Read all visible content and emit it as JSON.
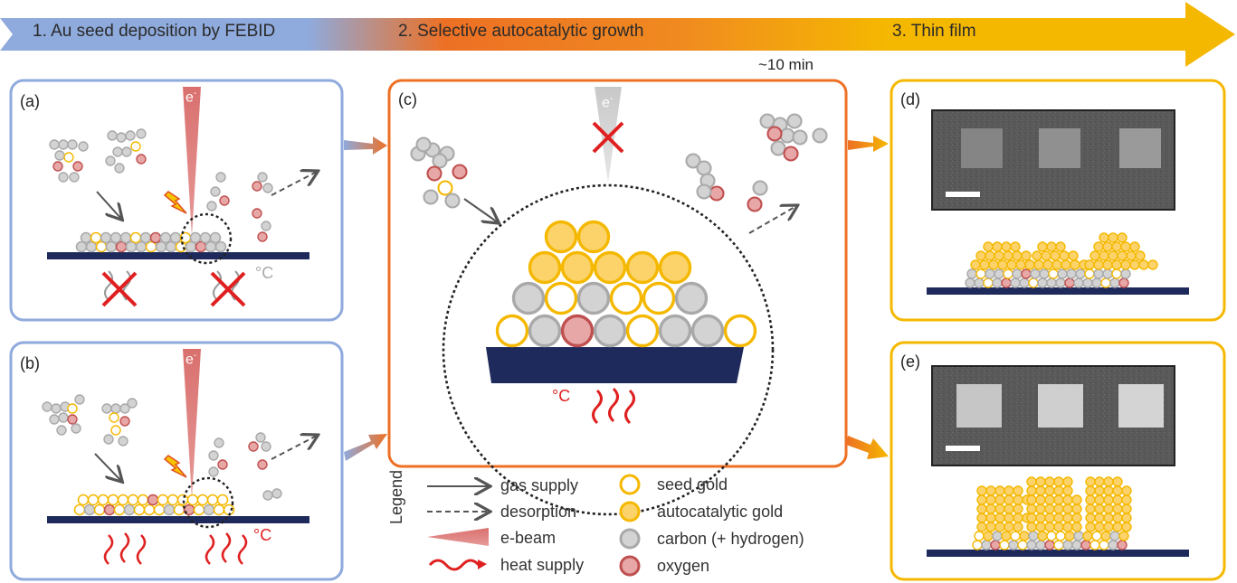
{
  "banner": {
    "step1": "1. Au seed deposition by FEBID",
    "step2": "2. Selective autocatalytic growth",
    "step3": "3. Thin film"
  },
  "time_label": "~10 min",
  "panels": {
    "a": "(a)",
    "b": "(b)",
    "c": "(c)",
    "d": "(d)",
    "e": "(e)"
  },
  "ebeam_symbol": "e",
  "ebeam_superscript": "-",
  "celsius": "°C",
  "legend": {
    "title": "Legend",
    "gas_supply": "gas supply",
    "desorption": "desorption",
    "ebeam": "e-beam",
    "heat_supply": "heat supply",
    "seed_gold": "seed gold",
    "autocatalytic_gold": "autocatalytic gold",
    "carbon": "carbon (+ hydrogen)",
    "oxygen": "oxygen"
  },
  "colors": {
    "seed_gold_stroke": "#f5b800",
    "auto_gold_fill": "#fbd36a",
    "carbon_fill": "#d3d3d3",
    "carbon_stroke": "#a9a9a9",
    "oxygen_fill": "#e8a7a7",
    "oxygen_stroke": "#c05050",
    "substrate": "#1f2a5c",
    "blue_panel": "#8faadc",
    "orange_panel": "#ed7024",
    "gold_panel": "#f5b800",
    "ebeam": "#d9706e",
    "heat": "#e02020"
  }
}
